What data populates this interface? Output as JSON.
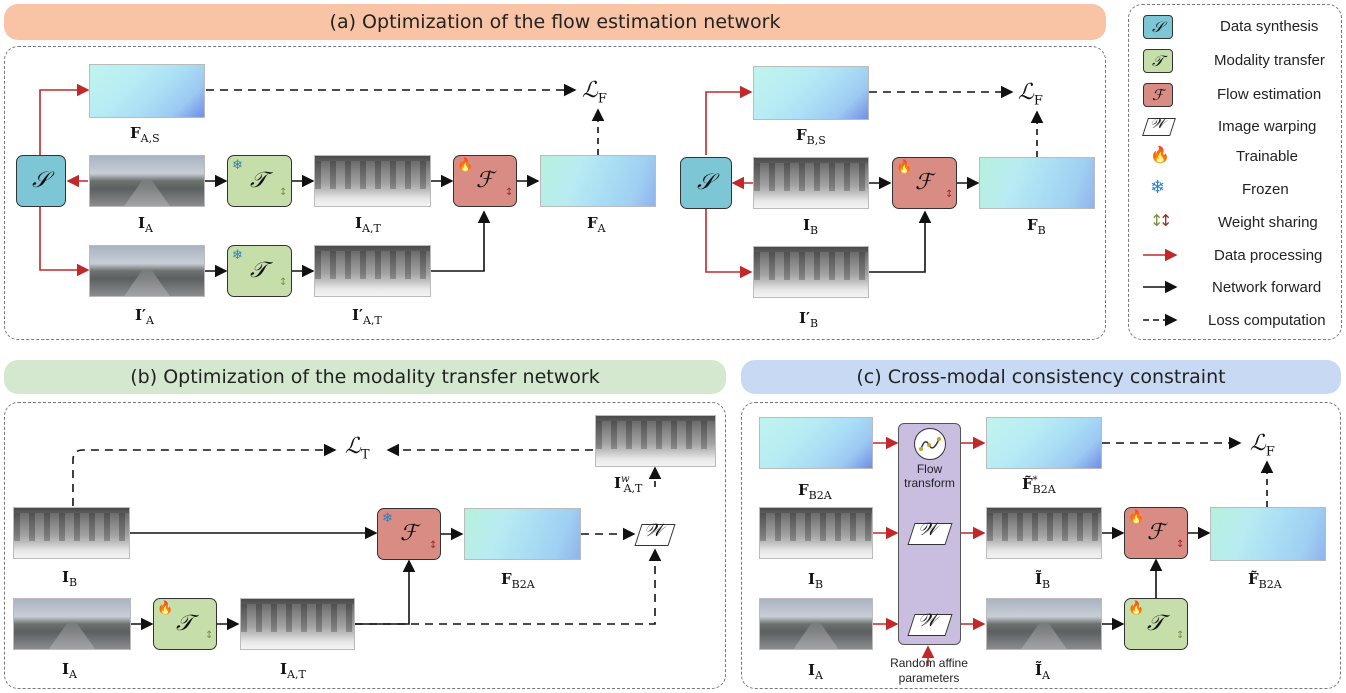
{
  "panels": {
    "a_title": "(a) Optimization of the flow estimation network",
    "b_title": "(b) Optimization of the modality transfer network",
    "c_title": "(c) Cross-modal consistency constraint"
  },
  "colors": {
    "banner_a": "#f9c3a5",
    "banner_b": "#d4e8cf",
    "banner_c": "#c8d9f4",
    "data_synthesis": "#7cc6d6",
    "modality_transfer": "#c6deaa",
    "flow_estimation": "#d88c84",
    "data_processing_arrow": "#c0282a",
    "purple_block": "#c9bde0"
  },
  "symbols": {
    "S": "𝒮",
    "T": "𝒯",
    "F": "ℱ",
    "W": "𝒲"
  },
  "labels_a": {
    "F_AS": "F",
    "F_AS_sub": "A,S",
    "I_A": "I",
    "I_A_sub": "A",
    "I_AT": "I",
    "I_AT_sub": "A,T",
    "F_A": "F",
    "F_A_sub": "A",
    "Ip_A": "I′",
    "Ip_A_sub": "A",
    "Ip_AT": "I′",
    "Ip_AT_sub": "A,T",
    "L_F": "ℒ",
    "L_F_sub": "F",
    "F_BS": "F",
    "F_BS_sub": "B,S",
    "I_B": "I",
    "I_B_sub": "B",
    "F_B": "F",
    "F_B_sub": "B",
    "Ip_B": "I′",
    "Ip_B_sub": "B",
    "L_F2": "ℒ",
    "L_F2_sub": "F"
  },
  "labels_b": {
    "L_T": "ℒ",
    "L_T_sub": "T",
    "I_AT_w": "I",
    "I_AT_w_sup": "w",
    "I_AT_w_sub": "A,T",
    "I_B": "I",
    "I_B_sub": "B",
    "F_B2A": "F",
    "F_B2A_sub": "B2A",
    "I_A": "I",
    "I_A_sub": "A",
    "I_AT": "I",
    "I_AT_sub": "A,T"
  },
  "labels_c": {
    "F_B2A": "F",
    "F_B2A_sub": "B2A",
    "flow_transform": "Flow transform",
    "Ft_B2A_star": "F̃",
    "Ft_B2A_star_sup": "*",
    "Ft_B2A_star_sub": "B2A",
    "L_F": "ℒ",
    "L_F_sub": "F",
    "I_B": "I",
    "I_B_sub": "B",
    "It_B": "Ĩ",
    "It_B_sub": "B",
    "Ft_B2A": "F̃",
    "Ft_B2A_sub": "B2A",
    "I_A": "I",
    "I_A_sub": "A",
    "It_A": "Ĩ",
    "It_A_sub": "A",
    "random_affine": "Random affine parameters"
  },
  "legend": {
    "items": [
      {
        "icon": "data-synthesis-icon",
        "label": "Data synthesis"
      },
      {
        "icon": "modality-transfer-icon",
        "label": "Modality transfer"
      },
      {
        "icon": "flow-estimation-icon",
        "label": "Flow estimation"
      },
      {
        "icon": "image-warping-icon",
        "label": "Image warping"
      },
      {
        "icon": "flame-icon",
        "label": "Trainable"
      },
      {
        "icon": "snowflake-icon",
        "label": "Frozen"
      },
      {
        "icon": "weight-sharing-icon",
        "label": "Weight sharing"
      },
      {
        "icon": "red-arrow-icon",
        "label": "Data processing"
      },
      {
        "icon": "black-arrow-icon",
        "label": "Network forward"
      },
      {
        "icon": "dashed-arrow-icon",
        "label": "Loss computation"
      }
    ]
  },
  "glyphs": {
    "flame": "🔥",
    "snowflake": "❄",
    "share": "↕"
  }
}
